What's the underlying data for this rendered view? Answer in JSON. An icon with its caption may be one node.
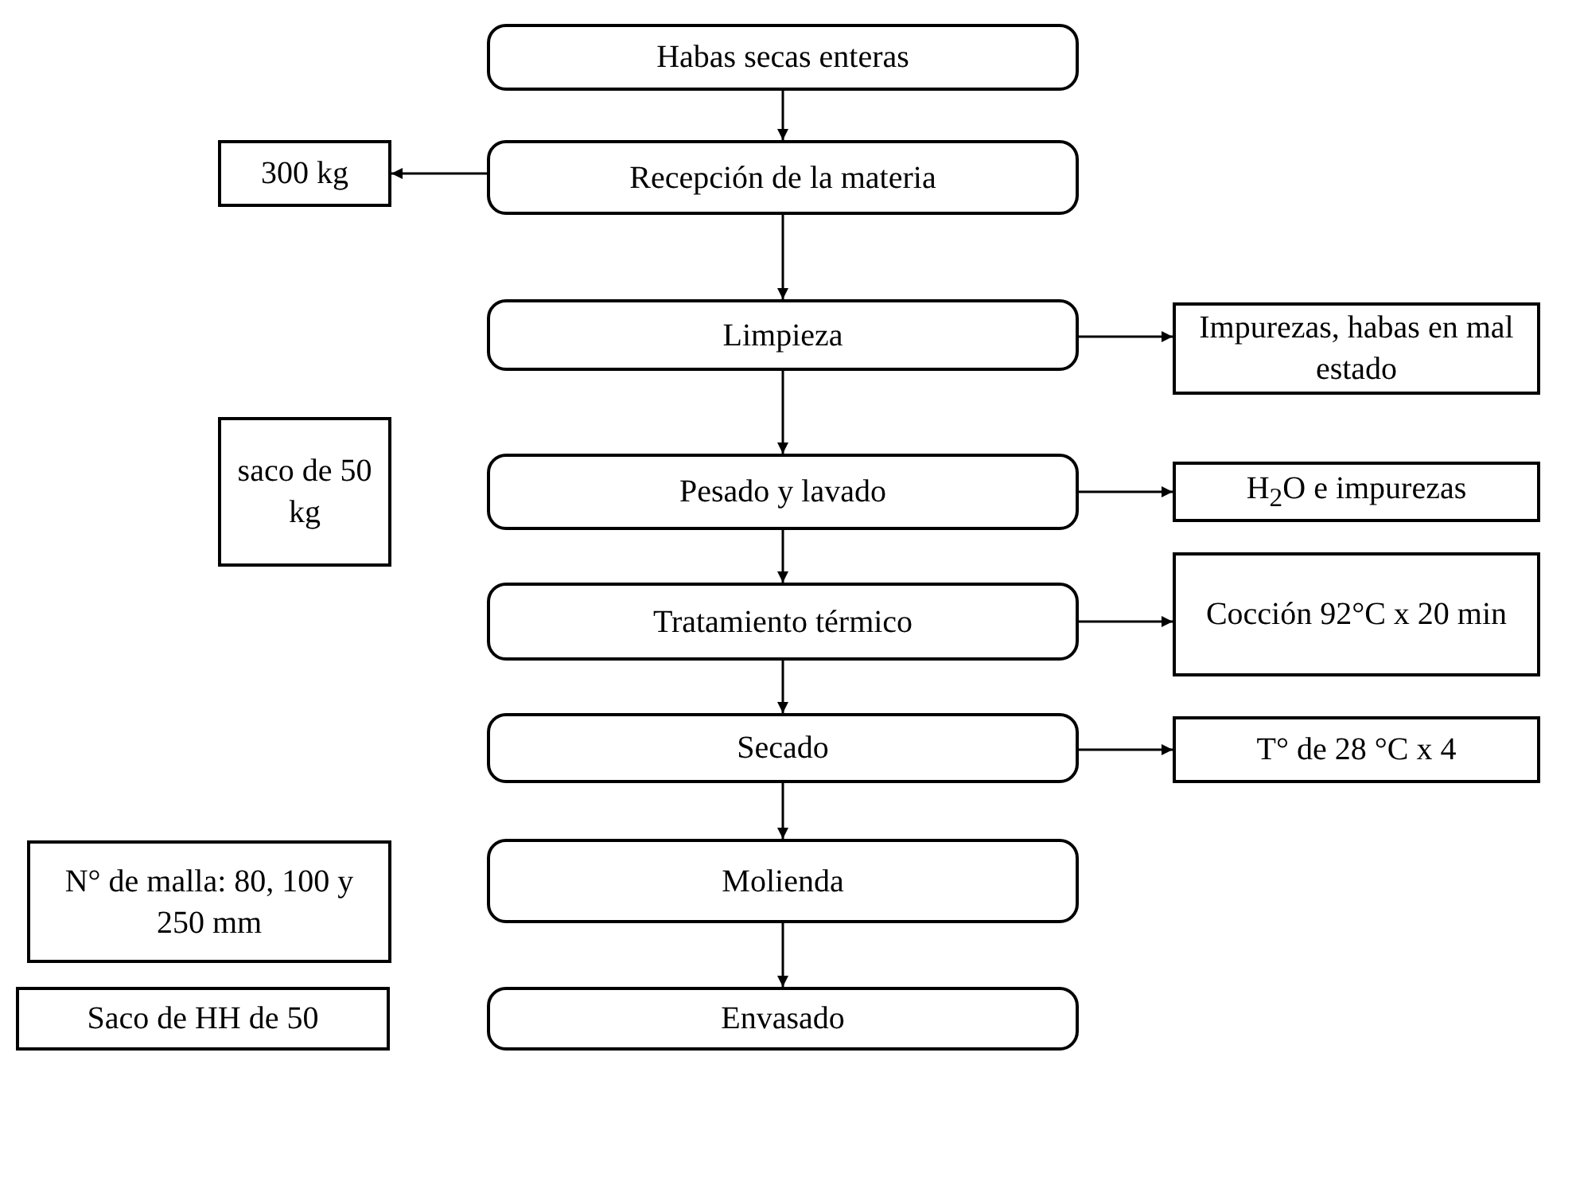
{
  "diagram": {
    "nodes": [
      {
        "text": [
          "Habas secas enteras"
        ]
      },
      {
        "text": [
          "300 kg"
        ]
      },
      {
        "text": [
          "Recepción de la materia"
        ]
      },
      {
        "text": [
          "Limpieza"
        ]
      },
      {
        "text": [
          "Impurezas, habas en mal estado"
        ]
      },
      {
        "text": [
          "saco de 50 kg"
        ]
      },
      {
        "text": [
          "Pesado y lavado"
        ]
      },
      {
        "text": [
          "H$_{2}$O e impurezas"
        ]
      },
      {
        "text": [
          "Tratamiento térmico"
        ]
      },
      {
        "text": [
          "Cocción 92°C x 20 min"
        ]
      },
      {
        "text": [
          "Secado"
        ]
      },
      {
        "text": [
          "T° de 28 °C x 4"
        ]
      },
      {
        "text": [
          "N° de malla: 80, 100 y 250 mm"
        ]
      },
      {
        "text": [
          "Molienda"
        ]
      },
      {
        "text": [
          "Saco de HH de 50"
        ]
      },
      {
        "text": [
          "Envasado"
        ]
      }
    ],
    "edges": [
      {
        "from": 0,
        "to": 2,
        "arrow": "to"
      },
      {
        "from": 2,
        "to": 1,
        "arrow": "to"
      },
      {
        "from": 2,
        "to": 3,
        "arrow": "to"
      },
      {
        "from": 3,
        "to": 4,
        "arrow": "to"
      },
      {
        "from": 3,
        "to": 6,
        "arrow": "to"
      },
      {
        "from": 6,
        "to": 7,
        "arrow": "to"
      },
      {
        "from": 6,
        "to": 8,
        "arrow": "to"
      },
      {
        "from": 8,
        "to": 9,
        "arrow": "to"
      },
      {
        "from": 8,
        "to": 10,
        "arrow": "to"
      },
      {
        "from": 10,
        "to": 11,
        "arrow": "to"
      },
      {
        "from": 10,
        "to": 13,
        "arrow": "to"
      },
      {
        "from": 13,
        "to": 15,
        "arrow": "to"
      }
    ]
  }
}
